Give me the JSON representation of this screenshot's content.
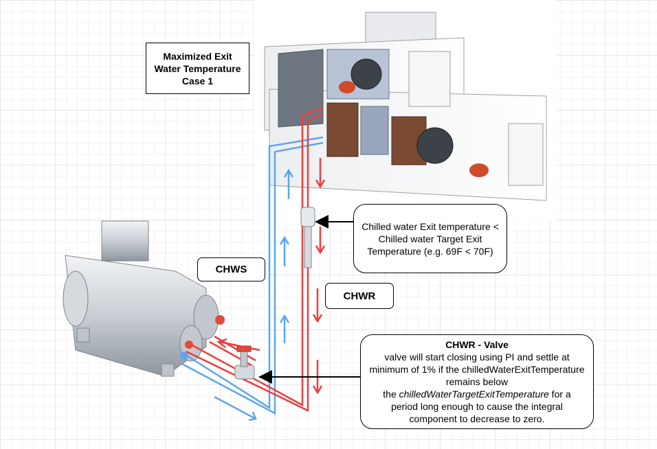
{
  "title_box": {
    "lines": [
      "Maximized Exit",
      "Water Temperature",
      "Case 1"
    ]
  },
  "labels": {
    "chws": "CHWS",
    "chwr": "CHWR"
  },
  "exit_callout": {
    "lines": [
      "Chilled water Exit temperature <",
      "Chilled water Target Exit",
      "Temperature (e.g. 69F < 70F)"
    ]
  },
  "valve_callout": {
    "heading": "CHWR - Valve",
    "line1": "valve will start closing using PI and settle at",
    "line2": "minimum of 1% if the chilledWaterExitTemperature",
    "line3": "remains below",
    "line4_prefix": "the ",
    "line4_var": "chilledWaterTargetExitTemperature",
    "line4_suffix": " for a",
    "line5": "period long enough to cause the integral",
    "line6": "component to decrease to zero."
  },
  "colors": {
    "supply_pipe": "#5aa6f0",
    "return_pipe": "#f03c3c",
    "arrow_black": "#000000",
    "equipment_light": "#d9dde2",
    "equipment_mid": "#aeb4bb"
  }
}
